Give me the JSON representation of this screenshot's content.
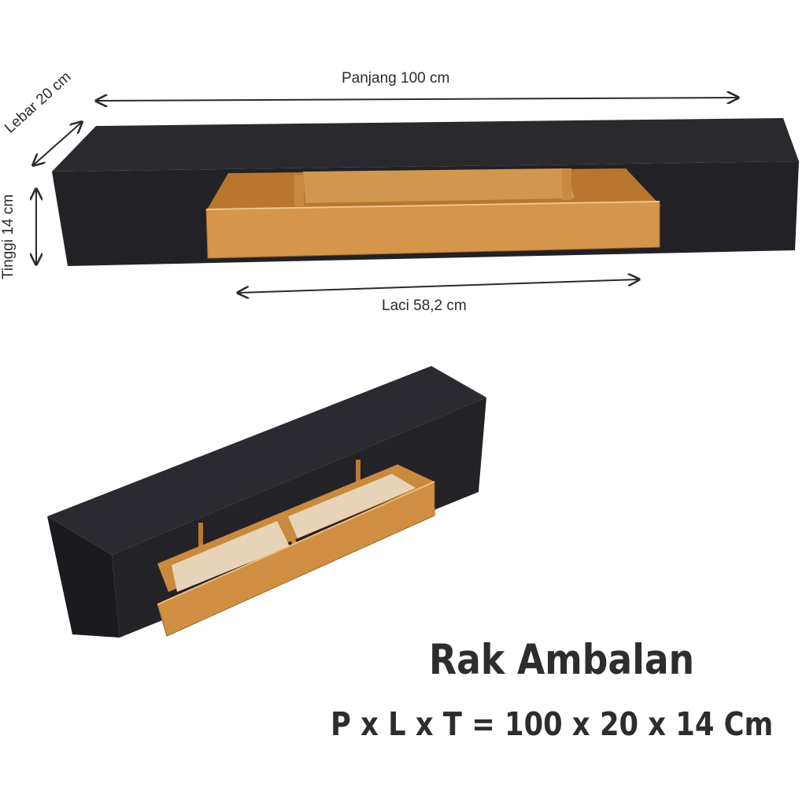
{
  "dimensions": {
    "panjang": "Panjang 100 cm",
    "lebar": "Lebar 20 cm",
    "tinggi": "Tinggi 14 cm",
    "laci": "Laci 58,2 cm"
  },
  "product": {
    "name": "Rak Ambalan",
    "spec": "P x L x T = 100 x 20 x 14 Cm"
  },
  "colors": {
    "shelf_body": "#232227",
    "drawer_wood": "#c98a3d",
    "drawer_inner": "#e7d4b8",
    "text": "#2d2d2d"
  }
}
